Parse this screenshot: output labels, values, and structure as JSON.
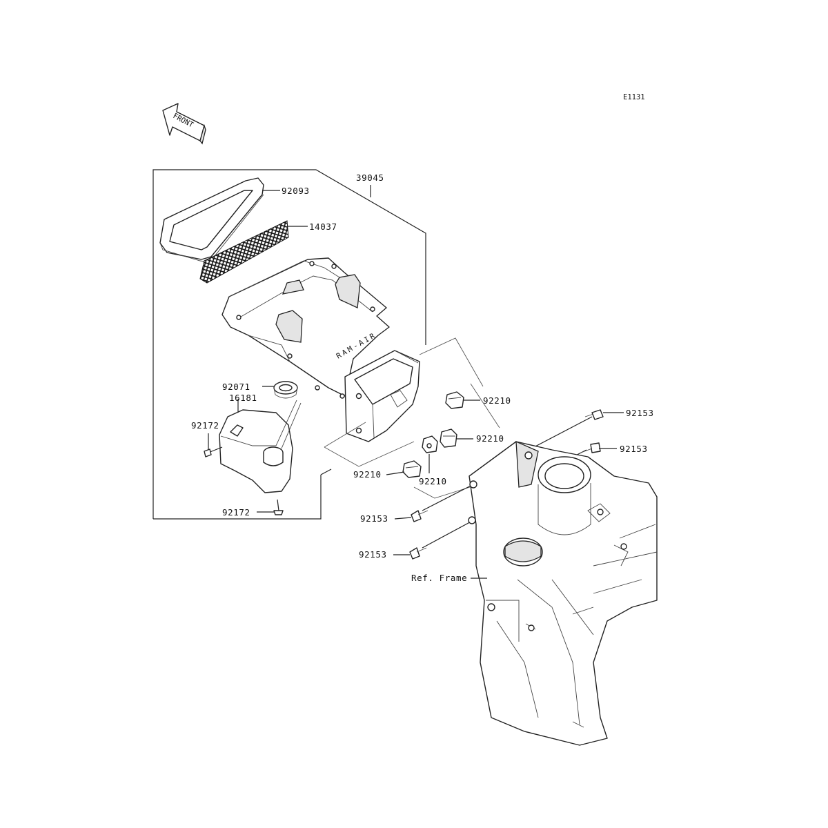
{
  "diagram_code": "E1131",
  "front_label": "FRONT",
  "intake_lettering": "RAM-AIR",
  "callouts": {
    "p39045": "39045",
    "p92093": "92093",
    "p14037": "14037",
    "p92071": "92071",
    "p16181": "16181",
    "p92172_top": "92172",
    "p92172_bottom": "92172",
    "p92210_a": "92210",
    "p92210_b": "92210",
    "p92210_c": "92210",
    "p92210_d": "92210",
    "p92153_a": "92153",
    "p92153_b": "92153",
    "p92153_c": "92153",
    "p92153_d": "92153",
    "ref_frame": "Ref. Frame"
  }
}
